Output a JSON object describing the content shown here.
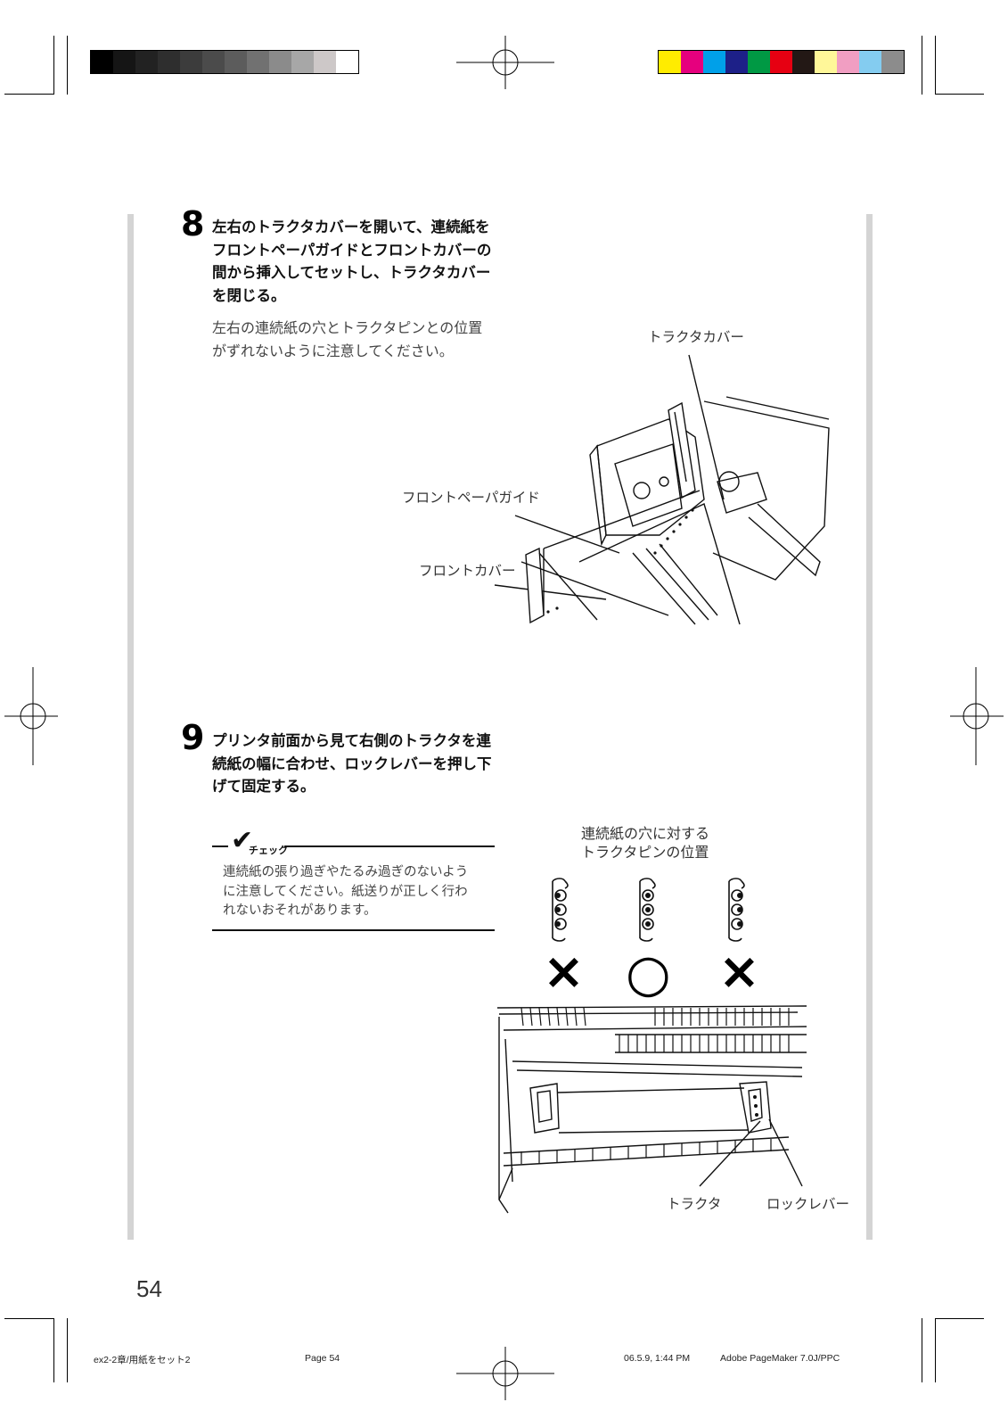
{
  "color_bars": {
    "gray": [
      "#000000",
      "#151515",
      "#222222",
      "#2e2e2e",
      "#3c3c3c",
      "#4b4b4b",
      "#5c5c5c",
      "#717171",
      "#8b8b8b",
      "#a7a7a7",
      "#cdc8c8",
      "#ffffff"
    ],
    "color": [
      "#ffec00",
      "#e6007e",
      "#00a0e9",
      "#1d2088",
      "#009944",
      "#e60012",
      "#231815",
      "#fff799",
      "#f19ec2",
      "#84ccf0",
      "#8c8c8c"
    ]
  },
  "step8": {
    "number": "8",
    "text": "左右のトラクタカバーを開いて、連続紙を\nフロントペーパガイドとフロントカバーの\n間から挿入してセットし、トラクタカバー\nを閉じる。",
    "subtext": "左右の連続紙の穴とトラクタピンとの位置\nがずれないように注意してください。",
    "illustration": {
      "label_tractor_cover": "トラクタカバー",
      "label_front_paper_guide": "フロントペーパガイド",
      "label_front_cover": "フロントカバー"
    }
  },
  "step9": {
    "number": "9",
    "text": "プリンタ前面から見て右側のトラクタを連\n続紙の幅に合わせ、ロックレバーを押し下\nげて固定する。",
    "check": {
      "heading": "チェック",
      "text": "連続紙の張り過ぎやたるみ過ぎのないよう\nに注意してください。紙送りが正しく行わ\nれないおそれがあります。"
    },
    "illustration": {
      "caption": "連続紙の穴に対する\nトラクタピンの位置",
      "marks": [
        "×",
        "○",
        "×"
      ],
      "label_tractor": "トラクタ",
      "label_lock_lever": "ロックレバー"
    }
  },
  "page_number": "54",
  "footer": {
    "file": "ex2-2章/用紙をセット2",
    "page": "Page 54",
    "date": "06.5.9, 1:44 PM",
    "app": "Adobe PageMaker 7.0J/PPC"
  }
}
